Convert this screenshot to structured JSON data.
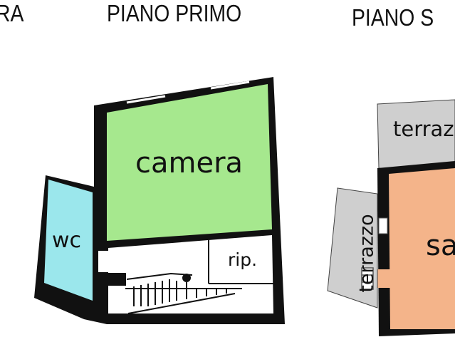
{
  "headers": {
    "left_partial": "RA",
    "middle": "PIANO PRIMO",
    "right_partial": "PIANO S"
  },
  "rooms": {
    "camera": "camera",
    "wc": "wc",
    "rip": "rip.",
    "terrazzo_top": "terraz",
    "terrazzo_side": "terrazzo",
    "sa": "sa"
  },
  "colors": {
    "camera": "#a6e88e",
    "wc": "#9be7ec",
    "terrazzo": "#cfcfcf",
    "sa": "#f4b48a",
    "walls": "#111111"
  }
}
